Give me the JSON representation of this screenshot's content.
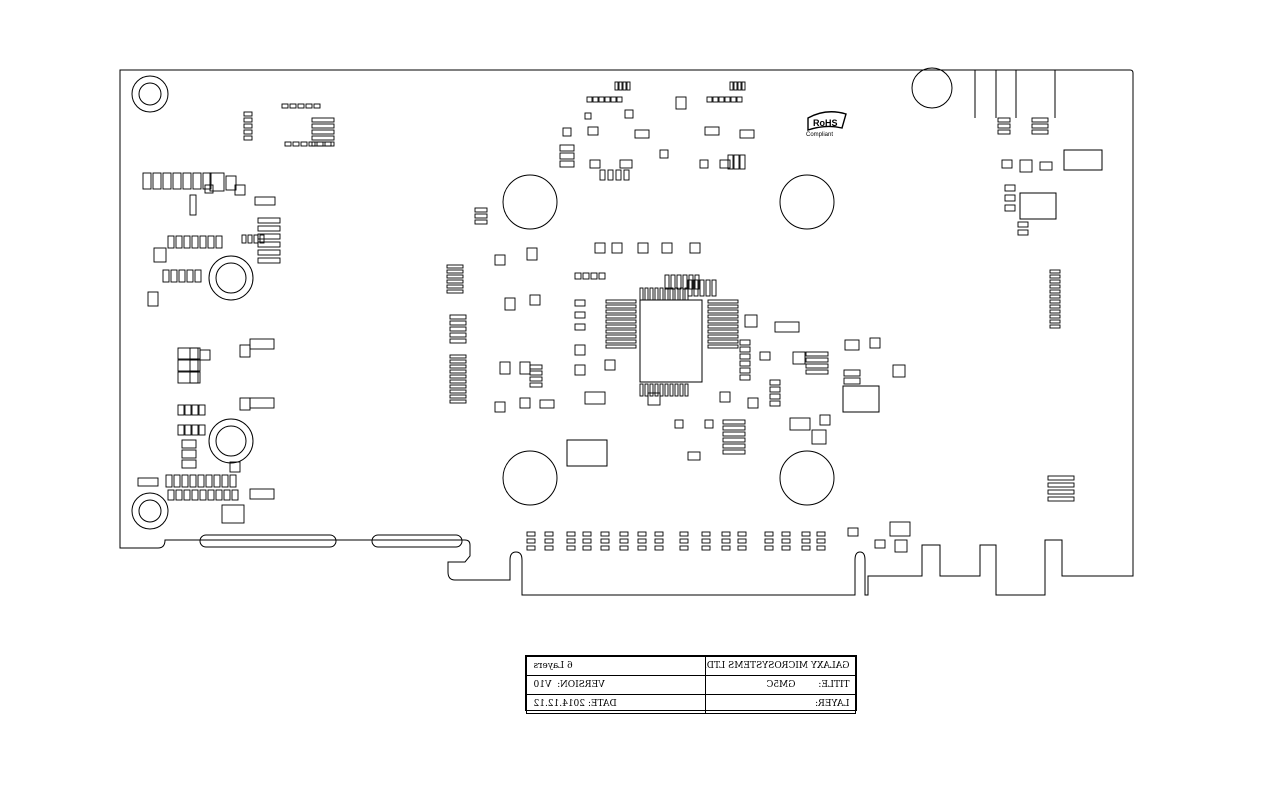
{
  "board": {
    "logo_text": "RoHS",
    "logo_subtext": "Compliant"
  },
  "title_block": {
    "company": "GALAXY MICROSYSTEMS LTD.",
    "layers": "6 Layers",
    "title_label": "TITLE:",
    "title_value": "GM5C",
    "version_label": "VERSION:",
    "version_value": "V10",
    "layer_label": "LAYER:",
    "date_label": "DATE:",
    "date_value": "2014.12.12"
  },
  "colors": {
    "ink": "#000000",
    "background": "#ffffff"
  }
}
